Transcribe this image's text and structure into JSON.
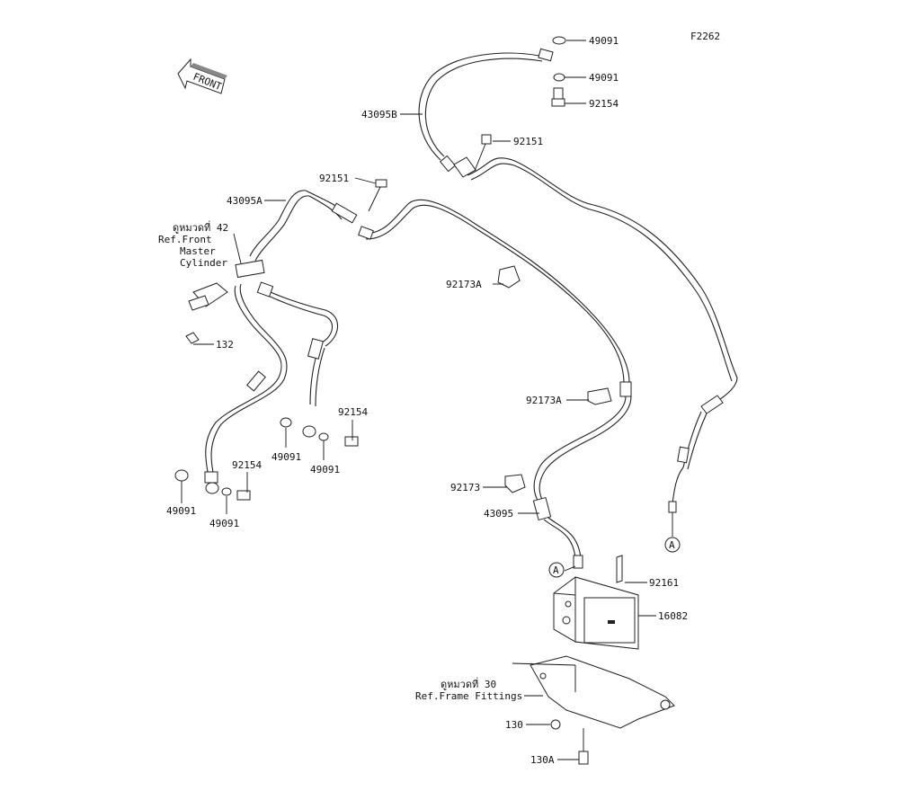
{
  "diagram_code": "F2262",
  "front_indicator": "FRONT",
  "callouts": {
    "c_49091_a": "49091",
    "c_49091_b": "49091",
    "c_92154_a": "92154",
    "c_92151_a": "92151",
    "c_43095b": "43095B",
    "c_92151_b": "92151",
    "c_43095a": "43095A",
    "ref_front_1": "ดูหมวดที่ 42",
    "ref_front_2": "Ref.Front",
    "ref_front_3": "Master",
    "ref_front_4": "Cylinder",
    "c_92173a_a": "92173A",
    "c_132": "132",
    "c_92173a_b": "92173A",
    "c_92154_b": "92154",
    "c_49091_c": "49091",
    "c_49091_d": "49091",
    "c_92154_c": "92154",
    "c_49091_e": "49091",
    "c_49091_f": "49091",
    "c_92173": "92173",
    "c_43095": "43095",
    "c_92161": "92161",
    "c_16082": "16082",
    "ref_frame_1": "ดูหมวดที่ 30",
    "ref_frame_2": "Ref.Frame Fittings",
    "c_130": "130",
    "c_130a": "130A",
    "marker_a_1": "A",
    "marker_a_2": "A"
  }
}
